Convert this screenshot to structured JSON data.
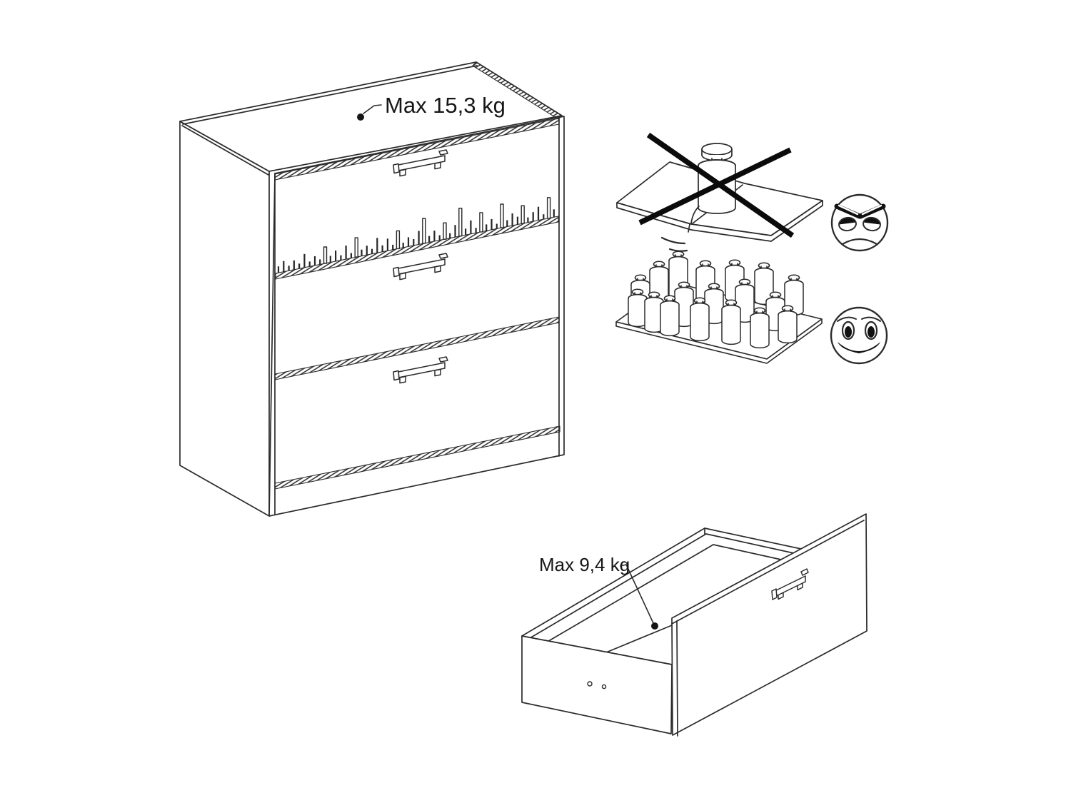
{
  "canvas": {
    "background": "#ffffff",
    "line_color": "#2b2b2b",
    "text_color": "#161616",
    "cross_color": "#0b0b0b"
  },
  "dresser_figure": {
    "name": "three-drawer-dresser",
    "top_load_label": "Max 15,3 kg"
  },
  "incorrect_load_figure": {
    "description_icon": "single-heavy-weight-on-bending-shelf",
    "prohibition_icon": "crossed-out-x",
    "status_icon": "angry-face"
  },
  "correct_load_figure": {
    "description_icon": "distributed-small-weights-on-shelf",
    "status_icon": "smiley-face"
  },
  "drawer_figure": {
    "name": "open-drawer",
    "load_label": "Max 9,4 kg"
  }
}
